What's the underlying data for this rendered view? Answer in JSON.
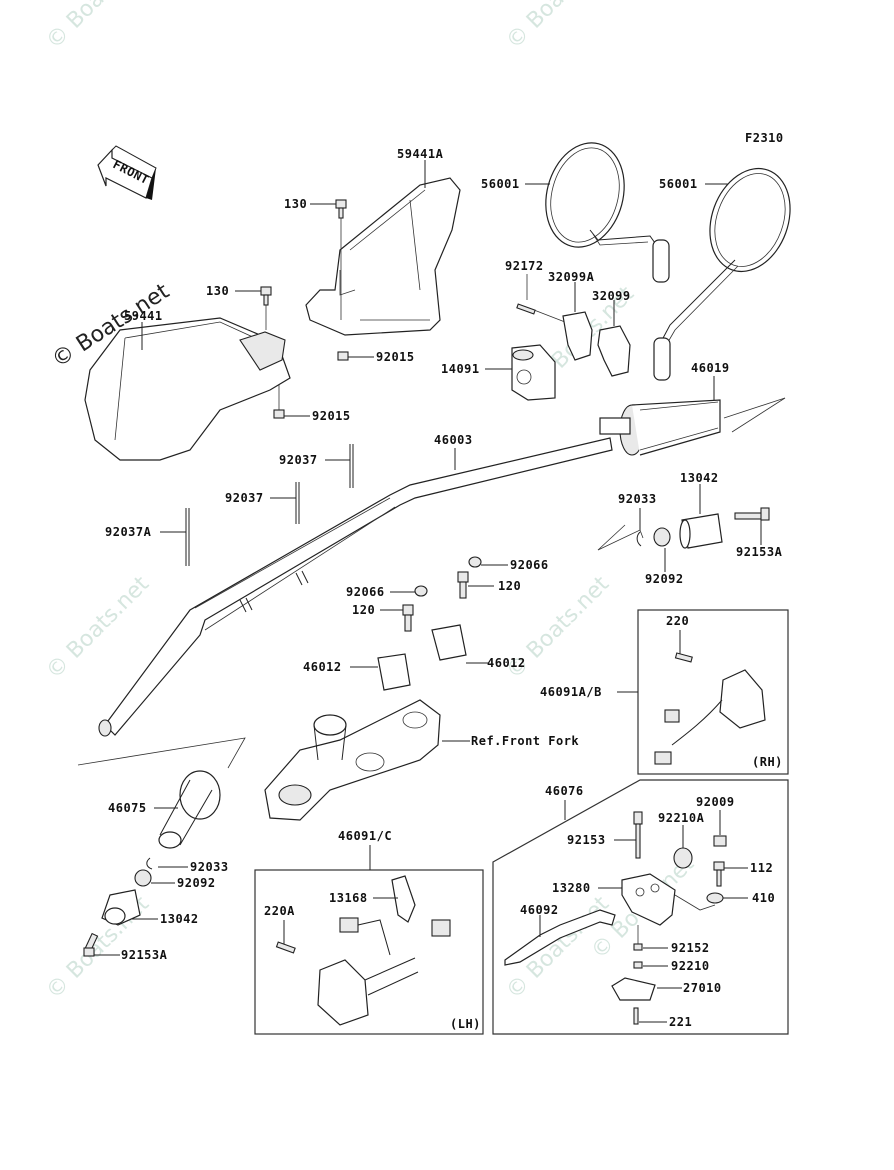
{
  "diagram": {
    "figure_code": "F2310",
    "front_arrow_label": "FRONT",
    "watermarks": [
      "© Boats.net",
      "© Boats.net",
      "© Boats.net",
      "© Boats.net",
      "© Boats.net",
      "© Boats.net",
      "© Boats.net",
      "© Boats.net",
      "© Boats.net"
    ],
    "watermark_main": "© Boats.net",
    "reference_note": "Ref.Front Fork",
    "box_rh_tag": "(RH)",
    "box_lh_tag": "(LH)",
    "labels": {
      "l59441A": "59441A",
      "l130a": "130",
      "l130b": "130",
      "l59441": "59441",
      "l92015a": "92015",
      "l92015b": "92015",
      "l56001a": "56001",
      "l56001b": "56001",
      "l92172": "92172",
      "l32099A": "32099A",
      "l32099": "32099",
      "l14091": "14091",
      "l46019": "46019",
      "l46003": "46003",
      "l92037a": "92037",
      "l92037b": "92037",
      "l92037A": "92037A",
      "l13042a": "13042",
      "l92033a": "92033",
      "l92153Aa": "92153A",
      "l92092a": "92092",
      "l92066a": "92066",
      "l92066b": "92066",
      "l120a": "120",
      "l120b": "120",
      "l46012a": "46012",
      "l46012b": "46012",
      "l220": "220",
      "l46091AB": "46091A/B",
      "l46076": "46076",
      "l92009": "92009",
      "l92210A": "92210A",
      "l92153": "92153",
      "l112": "112",
      "l13280": "13280",
      "l410": "410",
      "l46092": "46092",
      "l92152": "92152",
      "l92210": "92210",
      "l27010": "27010",
      "l221": "221",
      "l46075": "46075",
      "l92033b": "92033",
      "l92092b": "92092",
      "l13042b": "13042",
      "l92153Ab": "92153A",
      "l46091C": "46091/C",
      "l13168": "13168",
      "l220A": "220A"
    }
  }
}
